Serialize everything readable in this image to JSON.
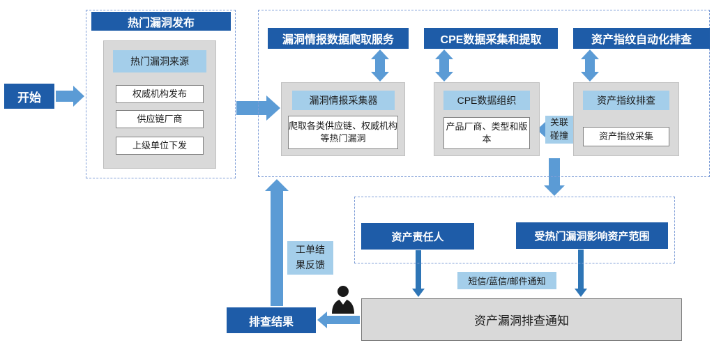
{
  "colors": {
    "dark_blue": "#1E5CA8",
    "light_blue": "#A4CEEA",
    "arrow_blue": "#5B9BD5",
    "panel_gray": "#D9D9D9"
  },
  "flow": {
    "start_label": "开始",
    "hot_publish": {
      "header": "热门漏洞发布",
      "source_title": "热门漏洞来源",
      "items": [
        {
          "label": "权威机构发布"
        },
        {
          "label": "供应链厂商"
        },
        {
          "label": "上级单位下发"
        }
      ]
    },
    "crawl_service": {
      "header": "漏洞情报数据爬取服务",
      "collector": "漏洞情报采集器",
      "detail": "爬取各类供应链、权威机构等热门漏洞"
    },
    "cpe_service": {
      "header": "CPE数据采集和提取",
      "title": "CPE数据组织",
      "detail": "产品厂商、类型和版本"
    },
    "fingerprint_service": {
      "header": "资产指纹自动化排查",
      "title": "资产指纹排查",
      "detail": "资产指纹采集"
    },
    "association_label": "关联碰撞",
    "owner_label": "资产责任人",
    "scope_label": "受热门漏洞影响资产范围",
    "notify_label": "短信/蓝信/邮件通知",
    "notice_label": "资产漏洞排查通知",
    "result_label": "排查结果",
    "feedback_label": "工单结果反馈"
  }
}
